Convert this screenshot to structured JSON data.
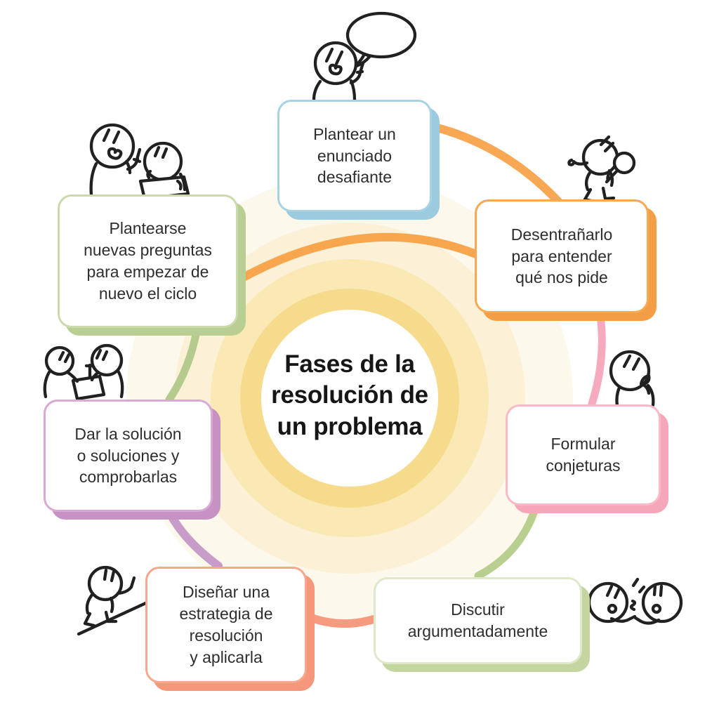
{
  "center": {
    "title": "Fases de la\nresolución de\nun problema"
  },
  "phases": [
    {
      "name": "plantear-enunciado",
      "label": "Plantear un\nenunciado\ndesafiante",
      "color": "#A7D2E4",
      "shadow": "#9CCBDF"
    },
    {
      "name": "desentranarlo",
      "label": "Desentrañarlo\npara entender\nqué nos pide",
      "color": "#F8A950",
      "shadow": "#F19E45"
    },
    {
      "name": "formular-conjeturas",
      "label": "Formular\nconjeturas",
      "color": "#F9B9C6",
      "shadow": "#F6A6B9"
    },
    {
      "name": "discutir",
      "label": "Discutir\nargumentadamente",
      "color": "#DEE9CC",
      "shadow": "#C3D6A0"
    },
    {
      "name": "disenar-estrategia",
      "label": "Diseñar una\nestrategia de\nresolución\ny aplicarla",
      "color": "#F9A78C",
      "shadow": "#F5977B"
    },
    {
      "name": "dar-solucion",
      "label": "Dar la solución\no soluciones y\ncomprobarlas",
      "color": "#D7A9D3",
      "shadow": "#C792C3"
    },
    {
      "name": "plantearse-preguntas",
      "label": "Plantearse\nnuevas preguntas\npara empezar de\nnuevo el ciclo",
      "color": "#CADAAA",
      "shadow": "#B9CE93"
    }
  ],
  "arcs": {
    "orange_inner": "#F8A64E",
    "orange_outer": "#F8A753",
    "pink": "#F5AABD",
    "green": "#B9CF90",
    "salmon": "#F79B80",
    "purple": "#C89CC8",
    "sage": "#B5CB8E"
  },
  "rings": {
    "ring4": "#FDF8EC",
    "ring3": "#FCF1D6",
    "ring2": "#FAE8B5",
    "ring1": "#F7DB8D",
    "center_fill": "#FFFFFF"
  },
  "characters": [
    {
      "name": "speaker-with-speech-bubble-illustration"
    },
    {
      "name": "explorer-with-magnifying-glass-illustration"
    },
    {
      "name": "thinking-person-illustration"
    },
    {
      "name": "arguing-pair-illustration"
    },
    {
      "name": "climber-pointing-up-illustration"
    },
    {
      "name": "pair-writing-on-clipboard-illustration"
    },
    {
      "name": "pair-reviewing-clipboard-illustration"
    }
  ]
}
